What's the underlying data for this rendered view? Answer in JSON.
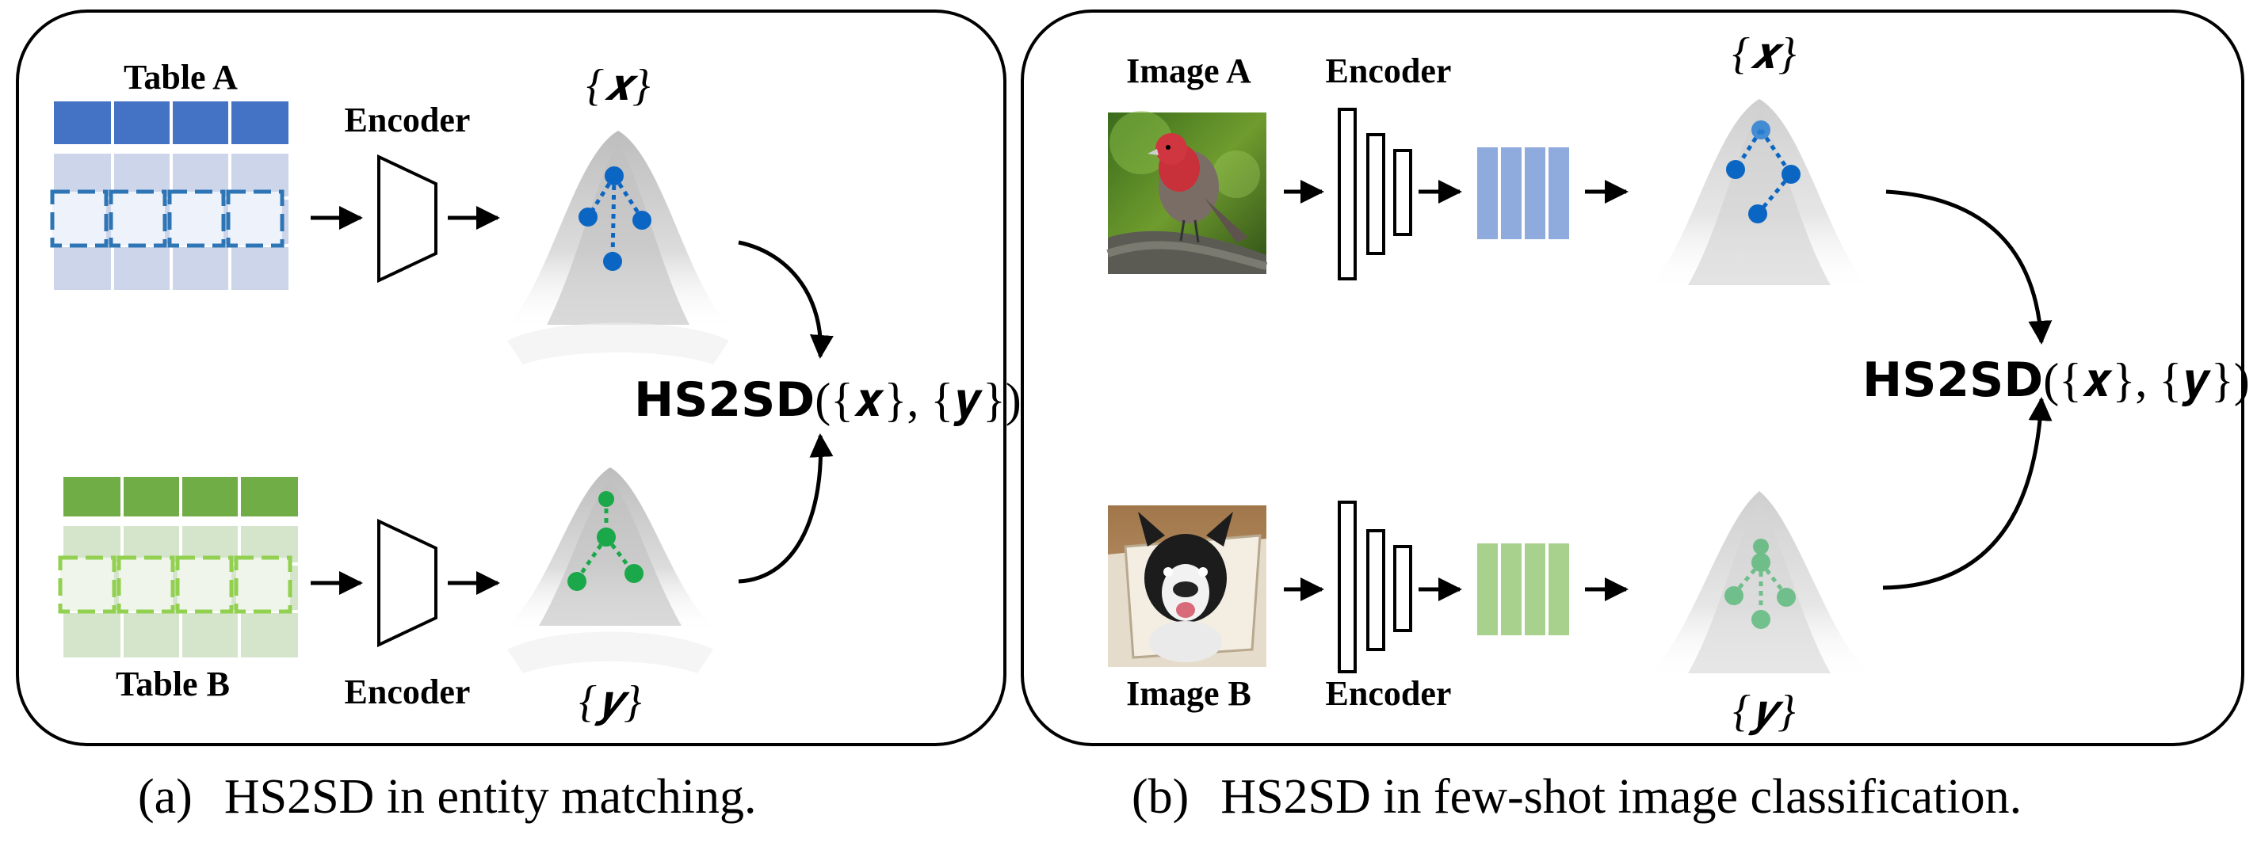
{
  "panel_a": {
    "table_a_label": "Table A",
    "table_b_label": "Table B",
    "encoder_top_label": "Encoder",
    "encoder_bottom_label": "Encoder",
    "set_x": "{𝒙}",
    "set_y": "{𝒚}",
    "formula_name": "HS2SD",
    "formula_args": "({𝒙}, {𝒚})",
    "caption_tag": "(a)",
    "caption_text": "HS2SD in entity matching."
  },
  "panel_b": {
    "image_a_label": "Image A",
    "image_b_label": "Image B",
    "encoder_top_label": "Encoder",
    "encoder_bottom_label": "Encoder",
    "set_x": "{𝒙}",
    "set_y": "{𝒚}",
    "formula_name": "HS2SD",
    "formula_args": "({𝒙}, {𝒚})",
    "caption_tag": "(b)",
    "caption_text": "HS2SD in few-shot image classification."
  },
  "colors": {
    "blue_header": "#4472c4",
    "blue_body": "#cdd5ea",
    "blue_dash": "#2e75b6",
    "green_header": "#70ad47",
    "green_body": "#d5e5cc",
    "green_dash": "#92d050",
    "point_blue": "#0b66c3",
    "point_green": "#1aa84a",
    "feature_blue": "#8faadc",
    "feature_green": "#a9d18e"
  },
  "icons": [
    "bird-photo",
    "dog-photo",
    "encoder-trapezoid",
    "cnn-encoder-icon",
    "distribution-mountain-icon",
    "arrow-icon"
  ]
}
